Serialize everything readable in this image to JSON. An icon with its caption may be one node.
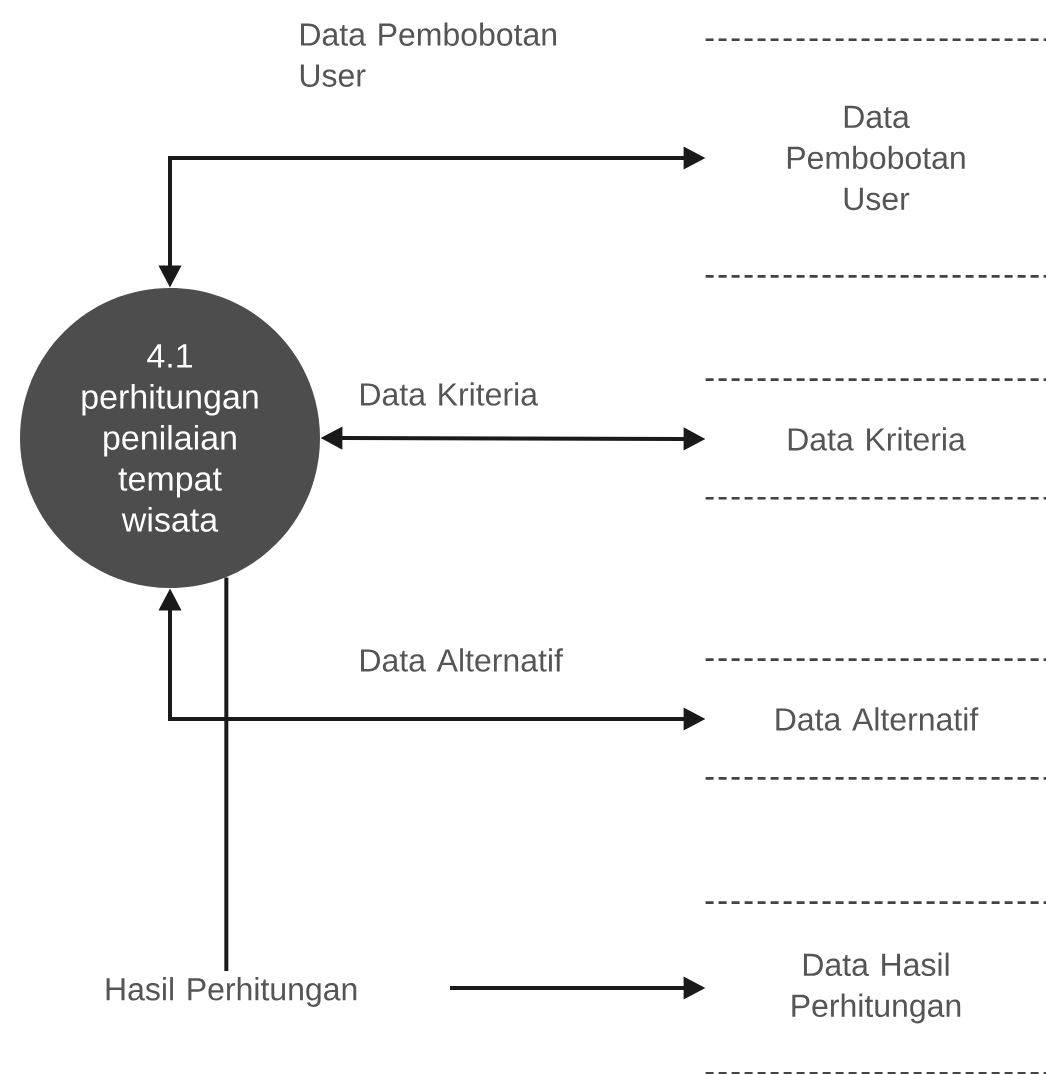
{
  "diagram": {
    "nodes": [
      {
        "text": [
          "4.1",
          "perhitungan penilaian tempat wisata"
        ]
      },
      {
        "text": [
          "Data Pembobotan User"
        ]
      },
      {
        "text": [
          "Data Kriteria"
        ]
      },
      {
        "text": [
          "Data Alternatif"
        ]
      },
      {
        "text": [
          "Data Hasil Perhitungan"
        ]
      }
    ],
    "edges": [
      {
        "from": 0,
        "to": 1,
        "arrow": "both",
        "label": "Data Pembobotan User"
      },
      {
        "from": 0,
        "to": 2,
        "arrow": "both",
        "label": "Data Kriteria"
      },
      {
        "from": 0,
        "to": 3,
        "arrow": "both",
        "label": "Data Alternatif"
      },
      {
        "from": 0,
        "to": 4,
        "arrow": "to",
        "label": "Hasil Perhitungan"
      }
    ]
  }
}
